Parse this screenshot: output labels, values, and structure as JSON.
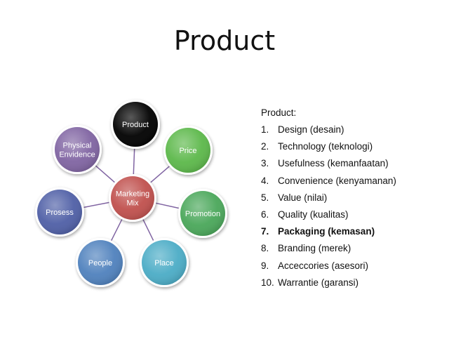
{
  "title": "Product",
  "diagram": {
    "center": {
      "label": [
        "Marketing",
        "Mix"
      ],
      "color": "#c0504d"
    },
    "nodes": [
      {
        "id": "product",
        "label": [
          "Product"
        ],
        "color": "#000000"
      },
      {
        "id": "price",
        "label": [
          "Price"
        ],
        "color": "#5cb84a"
      },
      {
        "id": "promotion",
        "label": [
          "Promotion"
        ],
        "color": "#4aa75a"
      },
      {
        "id": "place",
        "label": [
          "Place"
        ],
        "color": "#4bacc6"
      },
      {
        "id": "people",
        "label": [
          "People"
        ],
        "color": "#4f81bd"
      },
      {
        "id": "prosess",
        "label": [
          "Prosess"
        ],
        "color": "#4f5fa6"
      },
      {
        "id": "physical-evidence",
        "label": [
          "Physical",
          "Envidence"
        ],
        "color": "#8064a2"
      }
    ],
    "connector_color": "#8064a2"
  },
  "list": {
    "heading": "Product:",
    "items": [
      {
        "num": "1.",
        "text": "Design (desain)",
        "bold": false
      },
      {
        "num": "2.",
        "text": "Technology (teknologi)",
        "bold": false
      },
      {
        "num": "3.",
        "text": "Usefulness (kemanfaatan)",
        "bold": false
      },
      {
        "num": "4.",
        "text": "Convenience (kenyamanan)",
        "bold": false
      },
      {
        "num": "5.",
        "text": "Value (nilai)",
        "bold": false
      },
      {
        "num": "6.",
        "text": "Quality (kualitas)",
        "bold": false
      },
      {
        "num": "7.",
        "text": "Packaging (kemasan)",
        "bold": true
      },
      {
        "num": "8.",
        "text": "Branding (merek)",
        "bold": false
      },
      {
        "num": "9.",
        "text": "Acceccories (asesori)",
        "bold": false
      },
      {
        "num": "10.",
        "text": "Warrantie (garansi)",
        "bold": false
      }
    ]
  }
}
